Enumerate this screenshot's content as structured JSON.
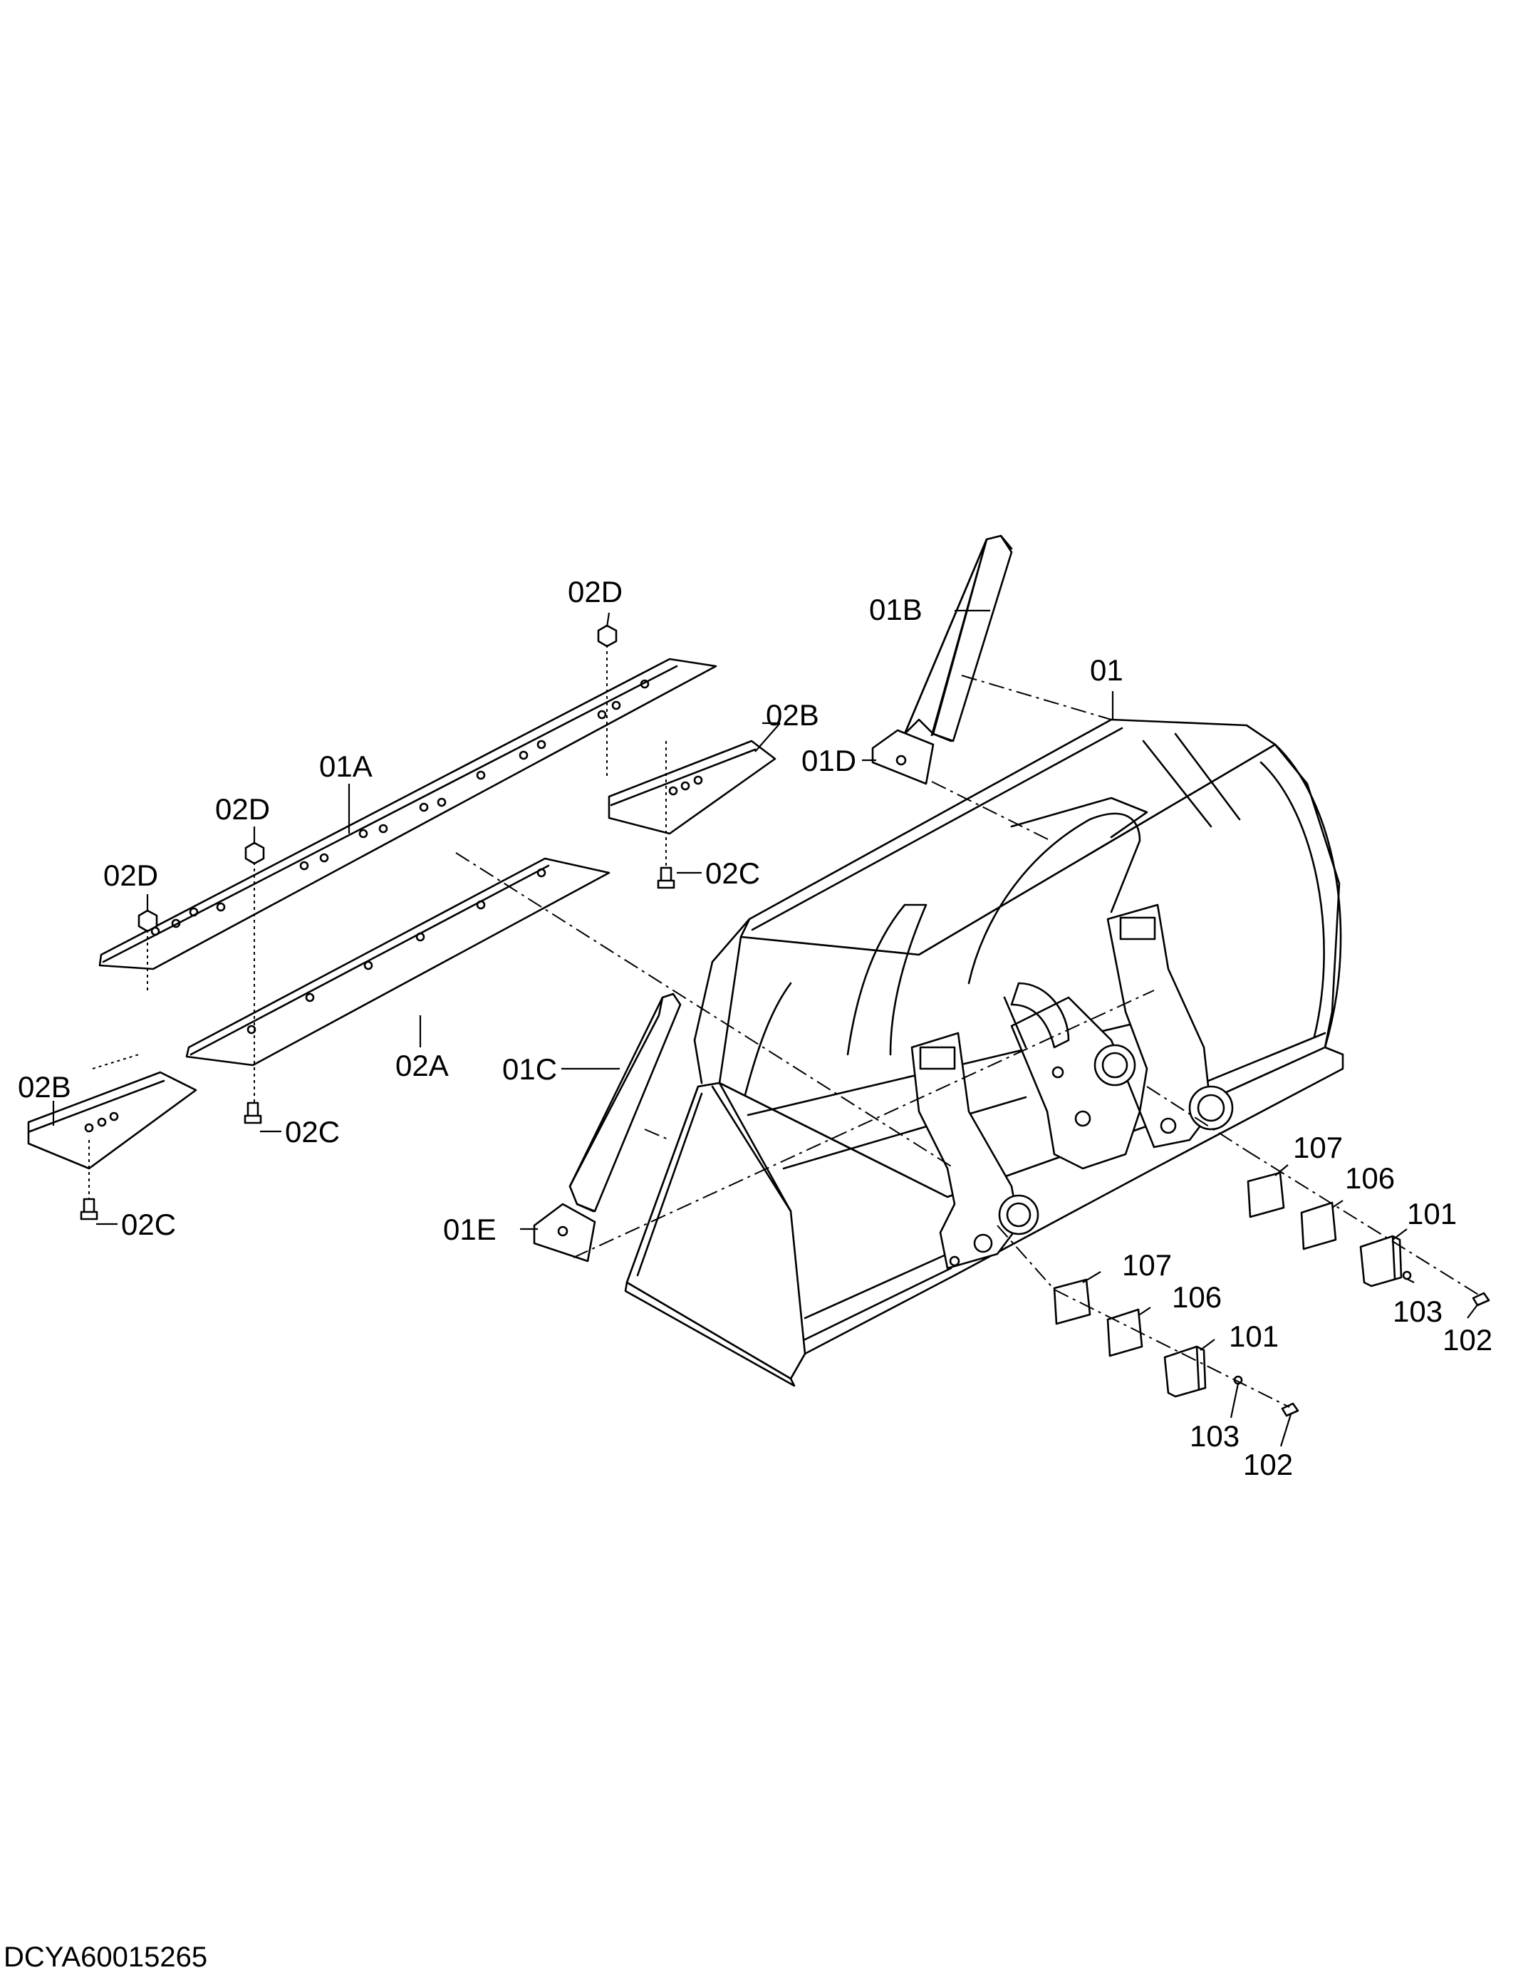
{
  "document_id": "DCYA60015265",
  "callouts": {
    "c01": "01",
    "c01A": "01A",
    "c01B": "01B",
    "c01C": "01C",
    "c01D": "01D",
    "c01E": "01E",
    "c02A": "02A",
    "c02B_left": "02B",
    "c02B_right": "02B",
    "c02C_left": "02C",
    "c02C_mid": "02C",
    "c02C_right": "02C",
    "c02D_top": "02D",
    "c02D_mid": "02D",
    "c02D_left": "02D",
    "c101_upper": "101",
    "c101_lower": "101",
    "c102_upper": "102",
    "c102_lower": "102",
    "c103_upper": "103",
    "c103_lower": "103",
    "c106_upper": "106",
    "c106_lower": "106",
    "c107_upper": "107",
    "c107_lower": "107"
  }
}
